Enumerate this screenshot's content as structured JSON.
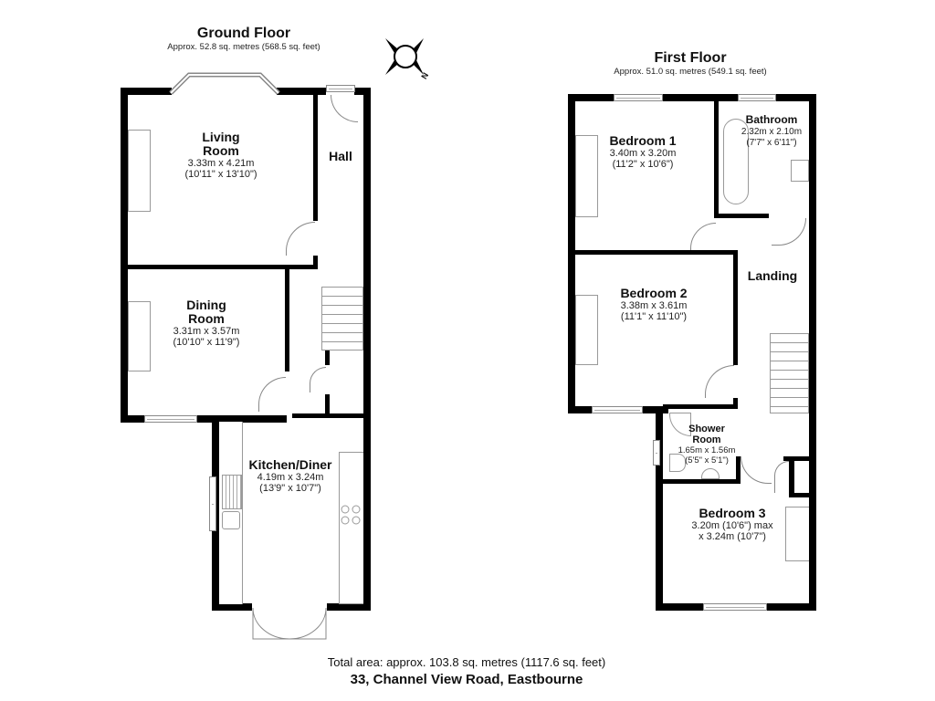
{
  "ground_floor": {
    "title": "Ground Floor",
    "area": "Approx. 52.8 sq. metres (568.5 sq. feet)",
    "rooms": [
      {
        "name_line1": "Living",
        "name_line2": "Room",
        "dim_m": "3.33m x 4.21m",
        "dim_ft": "(10'11\" x 13'10\")"
      },
      {
        "name_line1": "Hall"
      },
      {
        "name_line1": "Dining",
        "name_line2": "Room",
        "dim_m": "3.31m x 3.57m",
        "dim_ft": "(10'10\" x 11'9\")"
      },
      {
        "name_line1": "Kitchen/Diner",
        "dim_m": "4.19m x 3.24m",
        "dim_ft": "(13'9\" x 10'7\")"
      }
    ]
  },
  "first_floor": {
    "title": "First Floor",
    "area": "Approx. 51.0 sq. metres (549.1 sq. feet)",
    "rooms": [
      {
        "name_line1": "Bedroom 1",
        "dim_m": "3.40m x 3.20m",
        "dim_ft": "(11'2\" x 10'6\")"
      },
      {
        "name_line1": "Bathroom",
        "dim_m": "2.32m x 2.10m",
        "dim_ft": "(7'7\" x 6'11\")"
      },
      {
        "name_line1": "Landing"
      },
      {
        "name_line1": "Bedroom 2",
        "dim_m": "3.38m x 3.61m",
        "dim_ft": "(11'1\" x 11'10\")"
      },
      {
        "name_line1": "Shower",
        "name_line2": "Room",
        "dim_m": "1.65m x 1.56m",
        "dim_ft": "(5'5\" x 5'1\")"
      },
      {
        "name_line1": "Bedroom 3",
        "dim_m": "3.20m (10'6\") max",
        "dim_ft": "x 3.24m (10'7\")"
      }
    ]
  },
  "compass": {
    "icon": "compass-icon",
    "north_label": "N"
  },
  "footer": {
    "total_area": "Total area: approx. 103.8 sq. metres (1117.6 sq. feet)",
    "address": "33, Channel View Road, Eastbourne"
  }
}
